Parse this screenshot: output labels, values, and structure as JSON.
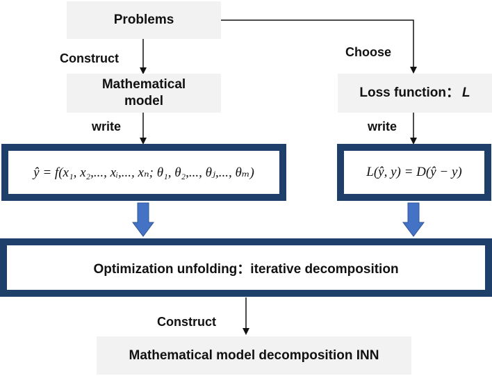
{
  "nodes": {
    "problems": "Problems",
    "math_model": "Mathematical model",
    "loss_function": "Loss function：",
    "loss_symbol": "L",
    "formula_left": "ŷ = f(x₁, x₂,..., xᵢ,..., xₙ; θ₁, θ₂,..., θⱼ,..., θₘ)",
    "formula_right": "L(ŷ, y) = D(ŷ − y)",
    "optimization": "Optimization unfolding：iterative decomposition",
    "result": "Mathematical model decomposition INN"
  },
  "labels": {
    "construct_top": "Construct",
    "choose": "Choose",
    "write_left": "write",
    "write_right": "write",
    "construct_bottom": "Construct"
  },
  "colors": {
    "frame": "#1f3f6b",
    "block_arrow": "#4472c4",
    "node_fill": "#f2f2f2"
  }
}
